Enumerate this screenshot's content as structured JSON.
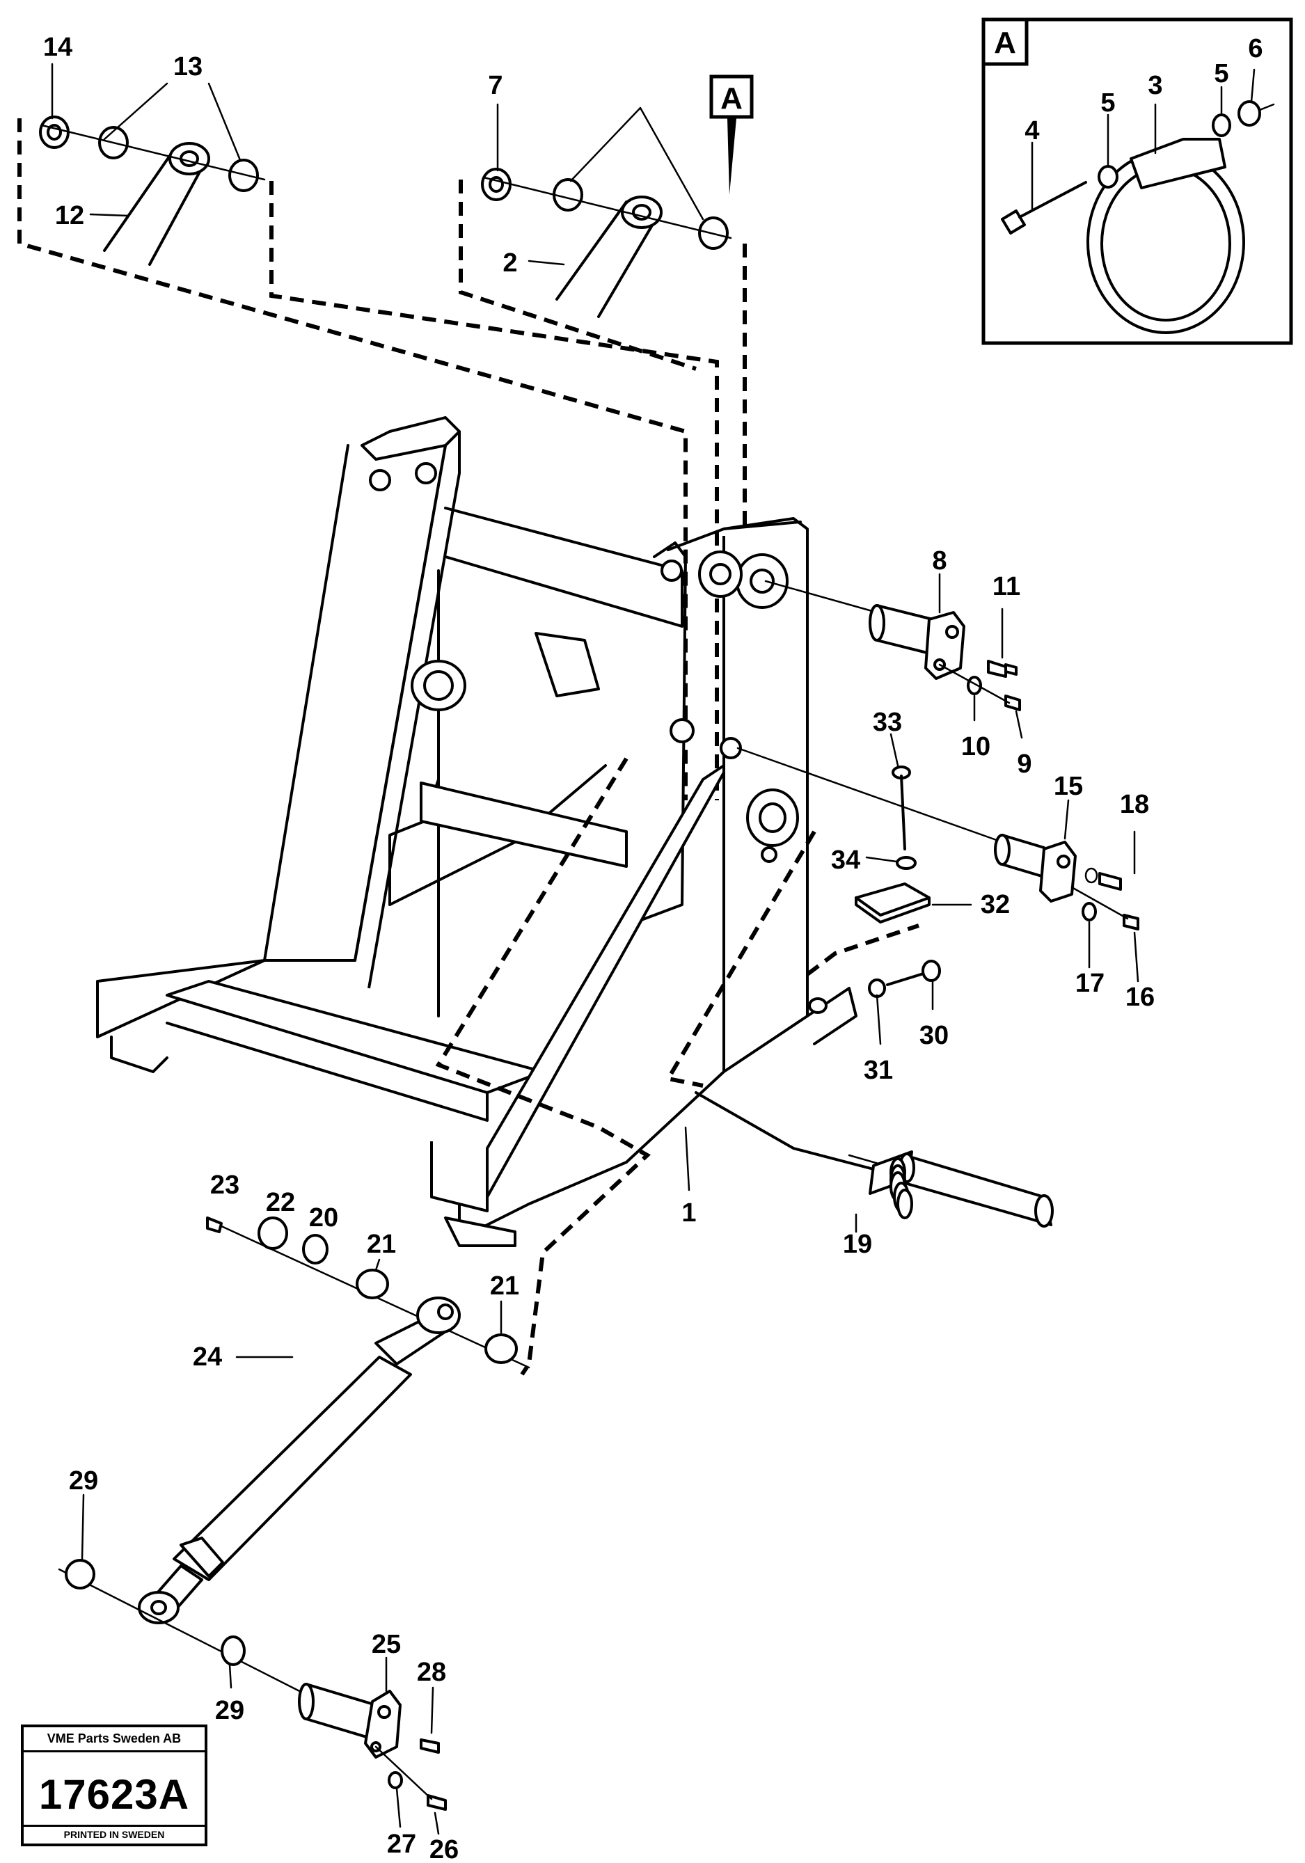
{
  "callouts": {
    "c1": "1",
    "c2": "2",
    "c3": "3",
    "c4": "4",
    "c5a": "5",
    "c5b": "5",
    "c6": "6",
    "c7": "7",
    "c8": "8",
    "c9": "9",
    "c10": "10",
    "c11": "11",
    "c12": "12",
    "c13": "13",
    "c14": "14",
    "c15": "15",
    "c16": "16",
    "c17": "17",
    "c18": "18",
    "c19": "19",
    "c20": "20",
    "c21a": "21",
    "c21b": "21",
    "c22": "22",
    "c23": "23",
    "c24": "24",
    "c25": "25",
    "c26": "26",
    "c27": "27",
    "c28": "28",
    "c29a": "29",
    "c29b": "29",
    "c30": "30",
    "c31": "31",
    "c32": "32",
    "c33": "33",
    "c34": "34"
  },
  "detail": {
    "letter": "A",
    "pointer_letter": "A"
  },
  "footer": {
    "company": "VME Parts Sweden AB",
    "drawing_number": "17623A",
    "printed": "PRINTED IN SWEDEN"
  }
}
